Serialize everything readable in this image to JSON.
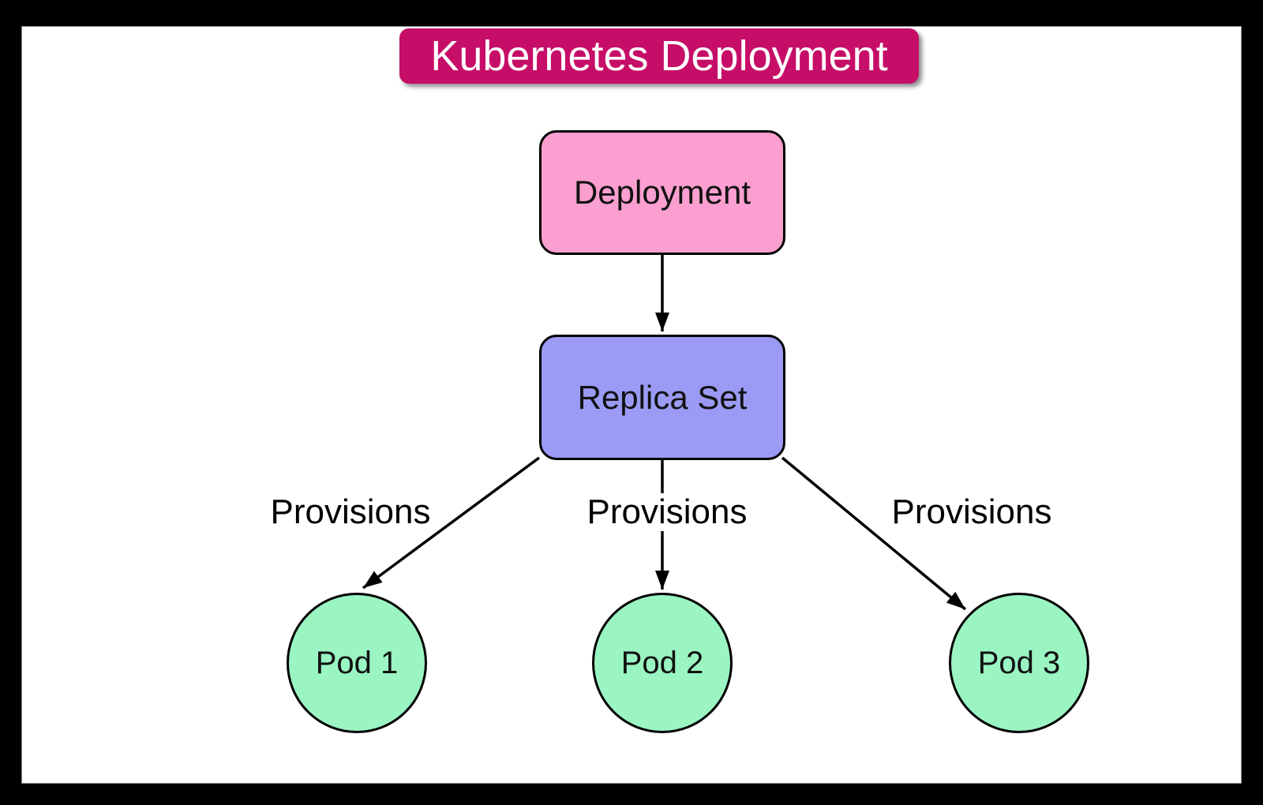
{
  "title_banner": {
    "label": "Kubernetes Deployment",
    "bg_color": "#C60E68",
    "text_color": "#FFFFFF"
  },
  "diagram": {
    "background_color": "#FFFFFF",
    "frame_color": "#000000",
    "line_color": "#000000",
    "nodes": [
      {
        "id": "deployment",
        "label": "Deployment",
        "shape": "rounded-rect",
        "fill": "#FB9FD0"
      },
      {
        "id": "replica-set",
        "label": "Replica Set",
        "shape": "rounded-rect",
        "fill": "#9B9AF5"
      },
      {
        "id": "pod-1",
        "label": "Pod 1",
        "shape": "circle",
        "fill": "#9AF5C2"
      },
      {
        "id": "pod-2",
        "label": "Pod 2",
        "shape": "circle",
        "fill": "#9AF5C2"
      },
      {
        "id": "pod-3",
        "label": "Pod 3",
        "shape": "circle",
        "fill": "#9AF5C2"
      }
    ],
    "edges": [
      {
        "from": "deployment",
        "to": "replica-set",
        "label": ""
      },
      {
        "from": "replica-set",
        "to": "pod-1",
        "label": "Provisions"
      },
      {
        "from": "replica-set",
        "to": "pod-2",
        "label": "Provisions"
      },
      {
        "from": "replica-set",
        "to": "pod-3",
        "label": "Provisions"
      }
    ]
  }
}
